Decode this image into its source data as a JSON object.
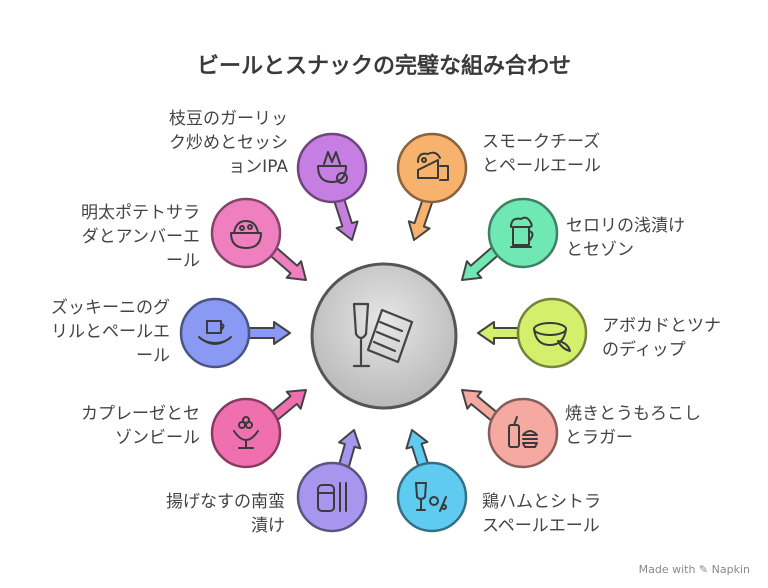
{
  "title": "ビールとスナックの完璧な組み合わせ",
  "center": {
    "icon": "beer-glass-and-menu-icon"
  },
  "items": [
    {
      "label": "枝豆のガーリッ\nク炒めとセッシ\nョンIPA",
      "color": "#c77ee3",
      "icon": "edamame-bowl-icon"
    },
    {
      "label": "明太ポテトサラ\nダとアンバーエ\nール",
      "color": "#f07fc0",
      "icon": "salad-bowl-icon"
    },
    {
      "label": "ズッキーニのグ\nリルとペールエ\nール",
      "color": "#8a99f3",
      "icon": "coffee-croissant-icon"
    },
    {
      "label": "カプレーゼとセ\nゾンビール",
      "color": "#f06fae",
      "icon": "grape-glass-icon"
    },
    {
      "label": "揚げなすの南蛮\n漬け",
      "color": "#a796ee",
      "icon": "jar-utensils-icon"
    },
    {
      "label": "鶏ハムとシトラ\nスペールエール",
      "color": "#5fcbf0",
      "icon": "wine-percent-icon"
    },
    {
      "label": "焼きとうもろこし\nとラガー",
      "color": "#f5a9a1",
      "icon": "burger-drink-icon"
    },
    {
      "label": "アボカドとツナ\nのディップ",
      "color": "#d4ef6c",
      "icon": "dip-bowl-pepper-icon"
    },
    {
      "label": "セロリの浅漬け\nとセゾン",
      "color": "#6fe8b4",
      "icon": "beer-mug-icon"
    },
    {
      "label": "スモークチーズ\nとペールエール",
      "color": "#f7b36e",
      "icon": "cheese-beer-icon"
    }
  ],
  "credit": "Made with ✎ Napkin"
}
